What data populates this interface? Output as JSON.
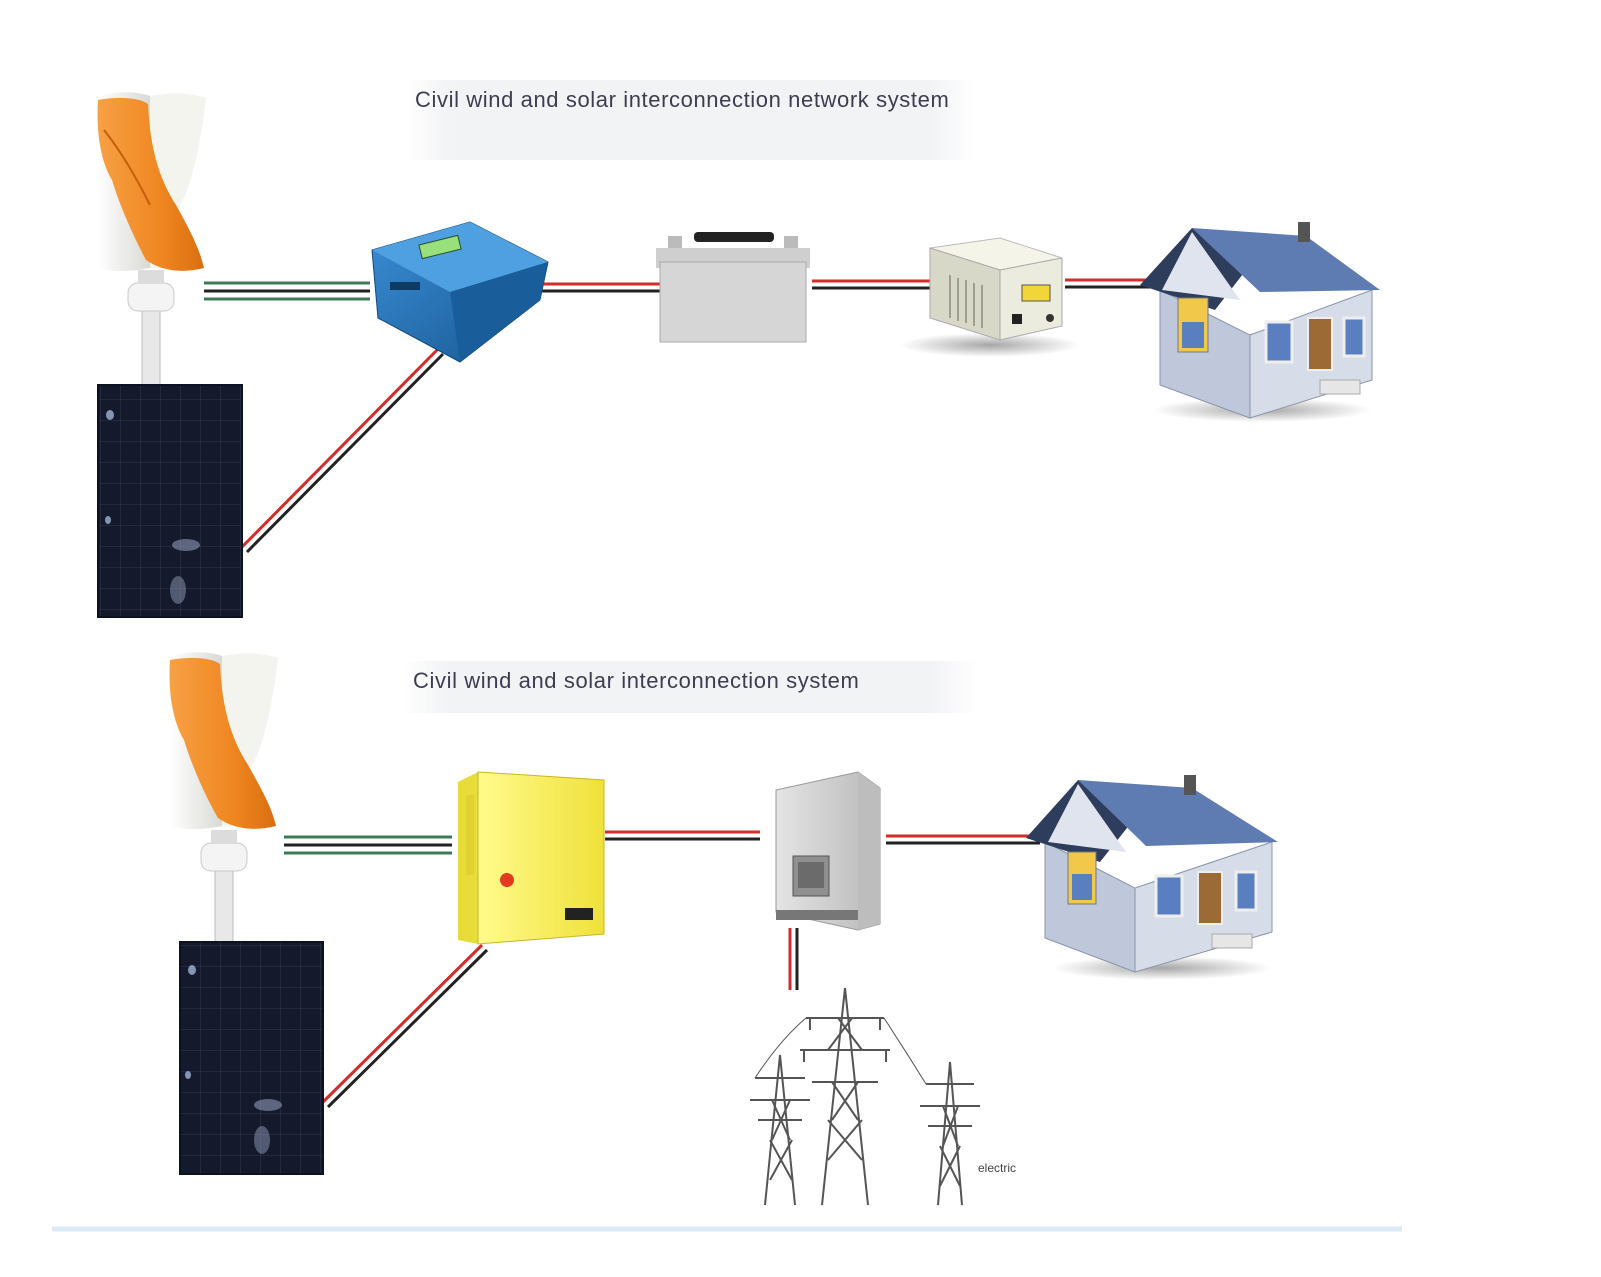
{
  "titles": {
    "top": "Civil wind and solar interconnection network system",
    "bottom": "Civil wind and solar interconnection system"
  },
  "labels": {
    "electric": "electric"
  },
  "colors": {
    "turbine_orange": "#f08a24",
    "turbine_white": "#f2f2ef",
    "solar_panel": "#141a2b",
    "controller_blue": "#1f6fb8",
    "battery_grey": "#dcdcdc",
    "inverter_beige": "#ececde",
    "hybrid_inverter_yellow": "#f4e84a",
    "grid_inverter_grey": "#cfcfcf",
    "roof_blue": "#3f5f96",
    "wall_blue": "#c7cfe0",
    "wire_red": "#d42b2b",
    "wire_black": "#222222",
    "wire_green": "#3d7a55",
    "tower_grey": "#555555"
  },
  "icons": [
    "wind-turbine-icon",
    "solar-panel-icon",
    "charge-controller-icon",
    "battery-icon",
    "off-grid-inverter-icon",
    "hybrid-controller-icon",
    "grid-tie-inverter-icon",
    "house-icon",
    "power-tower-icon"
  ]
}
